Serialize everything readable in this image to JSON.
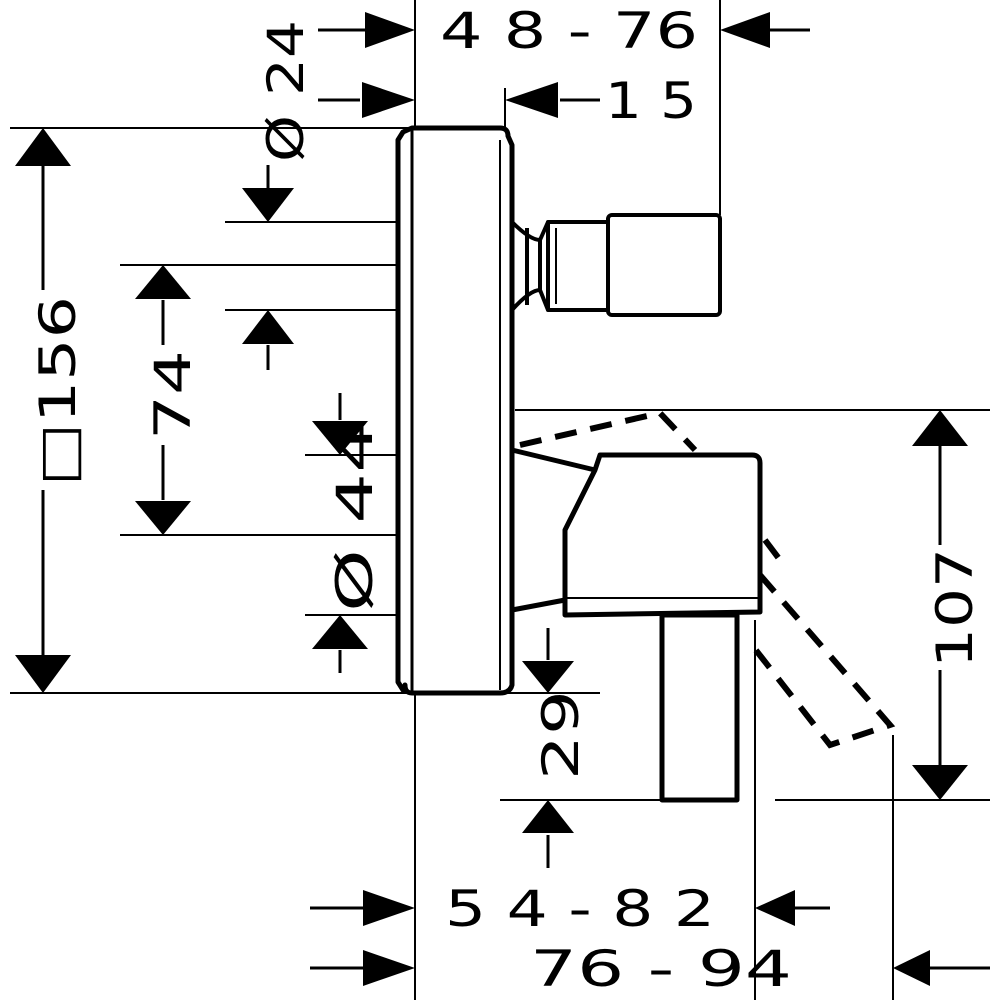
{
  "drawing": {
    "line_color": "#000000",
    "background": "#ffffff",
    "dimensions": {
      "top_width": "4 8 - 76",
      "spout_offset": "1 5",
      "diameter_top": "Ø 24",
      "square_size": "□156",
      "spacing_74": "74",
      "diameter_44": "Ø 44",
      "depth_29": "29",
      "height_107": "107",
      "bottom_width_1": "5 4 - 8 2",
      "bottom_width_2": "76 - 94"
    }
  }
}
